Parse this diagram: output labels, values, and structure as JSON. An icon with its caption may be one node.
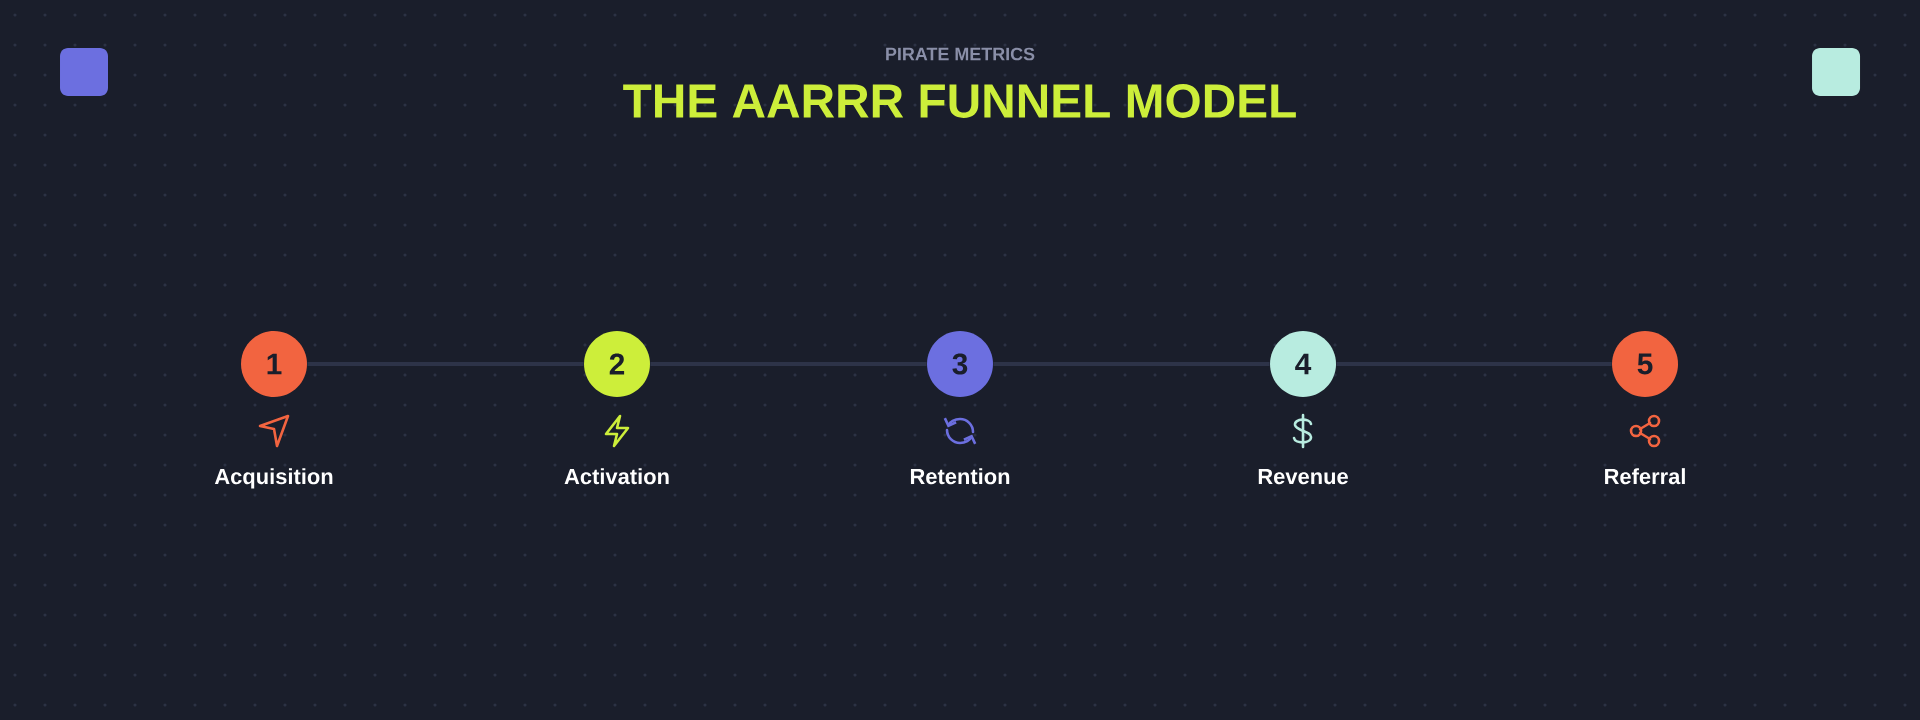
{
  "diagram": {
    "title": "THE AARRR FUNNEL MODEL",
    "nodes": [
      {
        "text": [
          "1"
        ],
        "beside": [
          "Acquisition"
        ]
      },
      {
        "text": [
          "2"
        ],
        "beside": [
          "Activation"
        ]
      },
      {
        "text": [
          "3"
        ],
        "beside": [
          "Retention"
        ]
      },
      {
        "text": [
          "4"
        ],
        "beside": [
          "Revenue"
        ]
      },
      {
        "text": [
          "5"
        ],
        "beside": [
          "Referral"
        ]
      }
    ],
    "edges": [
      {
        "from": 0,
        "to": 1,
        "arrow": "none"
      },
      {
        "from": 1,
        "to": 2,
        "arrow": "none"
      },
      {
        "from": 2,
        "to": 3,
        "arrow": "none"
      },
      {
        "from": 3,
        "to": 4,
        "arrow": "none"
      }
    ],
    "labels": [
      "PIRATE METRICS"
    ]
  }
}
